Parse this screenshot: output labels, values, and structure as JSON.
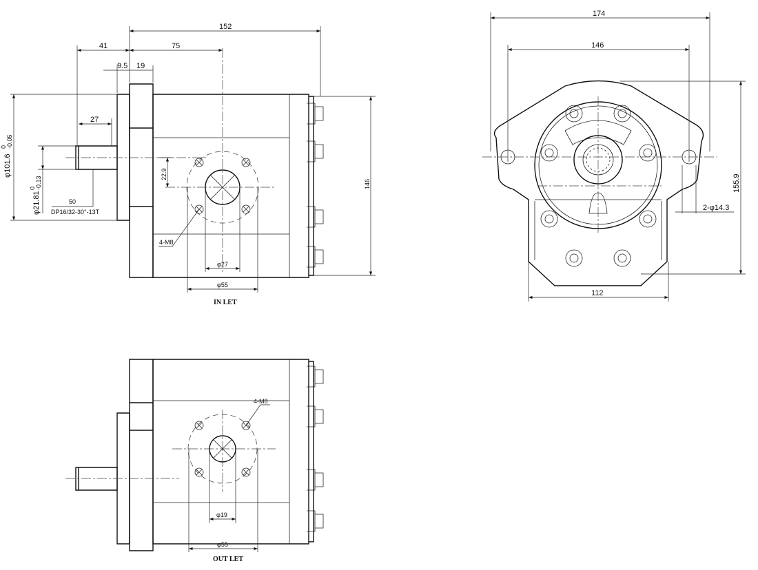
{
  "views": {
    "inlet_view": {
      "title": "IN LET",
      "dims": {
        "overall": "152",
        "shaft_to_flange": "41",
        "flange_to_port": "75",
        "pilot": "9.5",
        "flange": "19",
        "spline_len": "27",
        "height": "146",
        "pilot_dia": "φ101.6",
        "pilot_tol_upper": "0",
        "pilot_tol_lower": "-0.05",
        "shaft_dia": "φ21.81",
        "shaft_tol_upper": "0",
        "shaft_tol_lower": "-0.13",
        "port_offset": "22.9",
        "port_dia": "φ27",
        "flange_dia": "φ55",
        "thread": "4-M8",
        "shaft_length": "50",
        "spline_spec": "DP16/32-30°-13T"
      }
    },
    "outlet_view": {
      "title": "OUT LET",
      "dims": {
        "thread": "4-M8",
        "port_dia": "φ19",
        "flange_dia": "φ55"
      }
    },
    "front_view": {
      "dims": {
        "overall_width": "174",
        "ear_spacing": "146",
        "height": "155.9",
        "body_width": "112",
        "ear_holes": "2-φ14.3"
      }
    }
  }
}
